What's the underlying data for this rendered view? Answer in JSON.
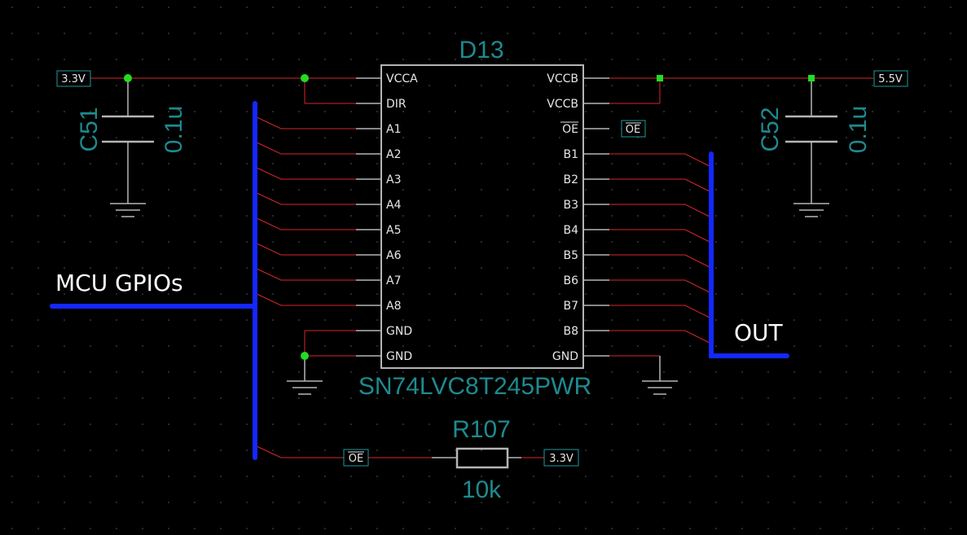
{
  "colors": {
    "background": "#000000",
    "wire": "#d8262b",
    "component": "#b5b5b5",
    "bus": "#1428ff",
    "designator": "#1e8a8f",
    "junction": "#22dd22",
    "port_border": "#1e9aa0",
    "text": "#e6e6e6"
  },
  "ic": {
    "designator": "D13",
    "part": "SN74LVC8T245PWR",
    "left_pins": [
      "VCCA",
      "DIR",
      "A1",
      "A2",
      "A3",
      "A4",
      "A5",
      "A6",
      "A7",
      "A8",
      "GND",
      "GND"
    ],
    "right_pins": [
      "VCCB",
      "VCCB",
      "OE",
      "B1",
      "B2",
      "B3",
      "B4",
      "B5",
      "B6",
      "B7",
      "B8",
      "GND"
    ]
  },
  "caps": [
    {
      "designator": "C51",
      "value": "0.1u"
    },
    {
      "designator": "C52",
      "value": "0.1u"
    }
  ],
  "resistor": {
    "designator": "R107",
    "value": "10k"
  },
  "ports": {
    "vcca_port": "3.3V",
    "vccb_port": "5.5V",
    "oe_port_right": "OE",
    "oe_port_bottom": "OE",
    "r_port": "3.3V"
  },
  "buses": {
    "input_label": "MCU GPIOs",
    "output_label": "OUT"
  },
  "icons": [
    "ground-symbol",
    "junction-dot",
    "net-port"
  ]
}
